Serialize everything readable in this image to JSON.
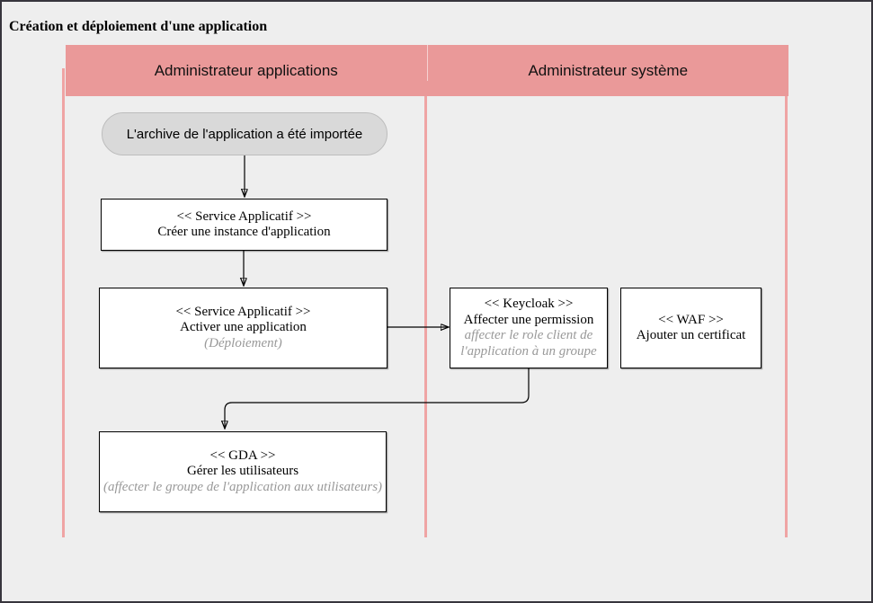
{
  "page": {
    "title": "Création et déploiement d'une application"
  },
  "lanes": [
    {
      "label": "Administrateur applications"
    },
    {
      "label": "Administrateur système"
    }
  ],
  "nodes": {
    "start": {
      "label": "L'archive de l'application a été importée"
    },
    "create_instance": {
      "stereotype": "<< Service Applicatif >>",
      "label": "Créer une instance d'application"
    },
    "activate_app": {
      "stereotype": "<< Service Applicatif >>",
      "label": "Activer une application",
      "note": "(Déploiement)"
    },
    "assign_permission": {
      "stereotype": "<< Keycloak >>",
      "label": "Affecter une permission",
      "note": "affecter le role client de l'application à un groupe"
    },
    "add_certificate": {
      "stereotype": "<< WAF >>",
      "label": "Ajouter un certificat"
    },
    "manage_users": {
      "stereotype": "<< GDA >>",
      "label": "Gérer les utilisateurs",
      "note": "(affecter le groupe de l'application aux utilisateurs)"
    }
  },
  "colors": {
    "lane_header": "#ea9999",
    "lane_line": "#efa4a4",
    "start_fill": "#d9d9d9",
    "note_text": "#999999",
    "background": "#eeeeee"
  }
}
